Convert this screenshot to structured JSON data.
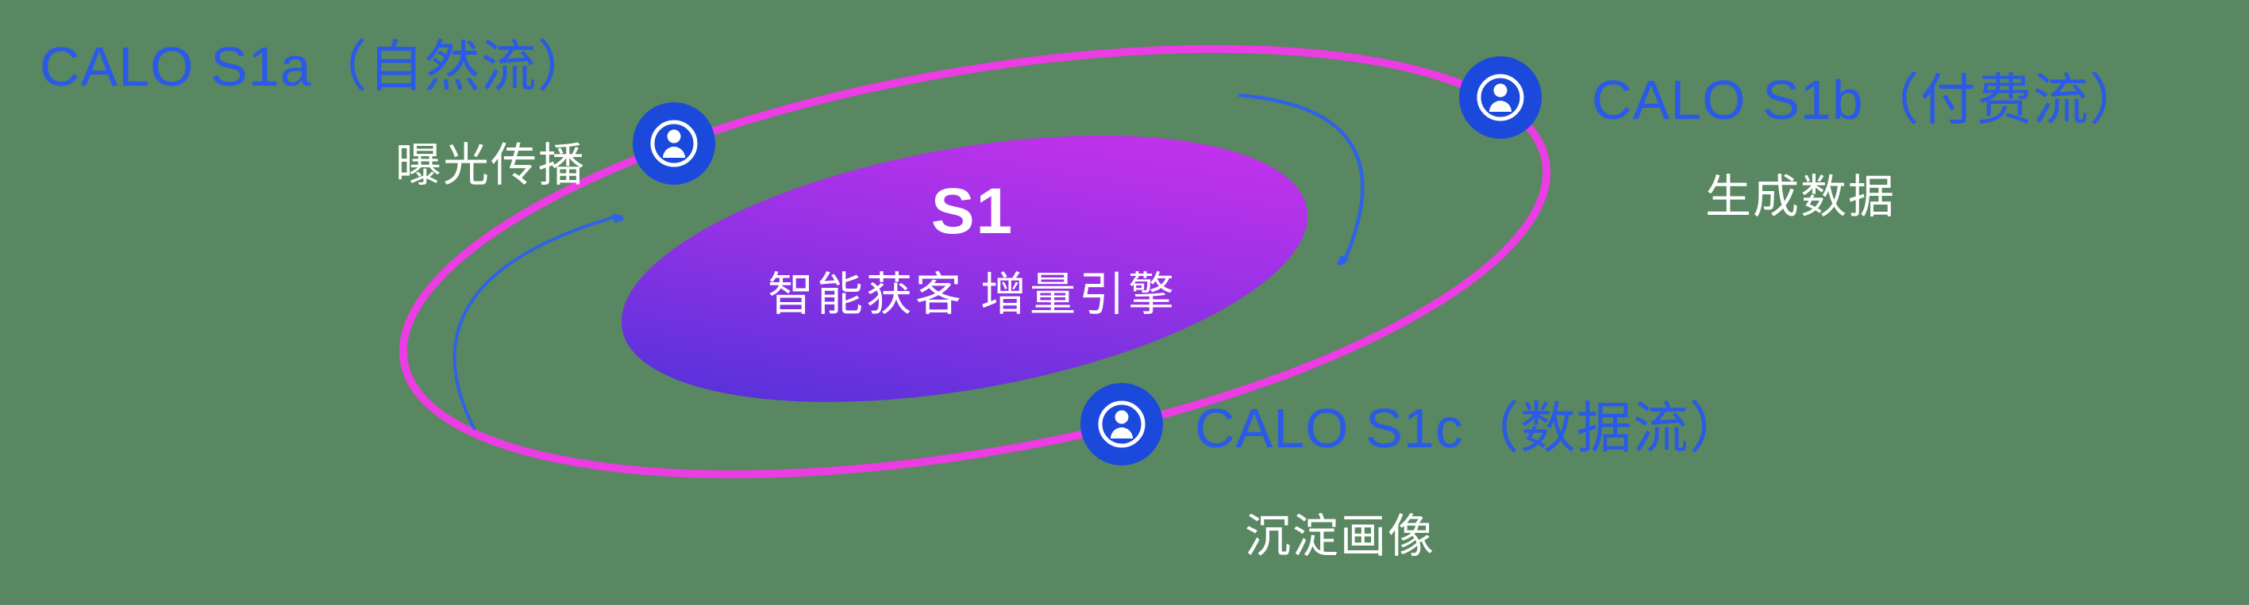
{
  "diagram": {
    "center": {
      "title": "S1",
      "subtitle": "智能获客  增量引擎"
    },
    "nodes": [
      {
        "id": "calo-s1a",
        "title": "CALO S1a（自然流）",
        "subtitle": "曝光传播",
        "icon": "user-badge-icon"
      },
      {
        "id": "calo-s1b",
        "title": "CALO S1b（付费流）",
        "subtitle": "生成数据",
        "icon": "user-badge-icon"
      },
      {
        "id": "calo-s1c",
        "title": "CALO S1c（数据流）",
        "subtitle": "沉淀画像",
        "icon": "user-badge-icon"
      }
    ],
    "colors": {
      "background_green": "#588761",
      "orbit_ring_magenta": "#ec3ce3",
      "core_gradient_start_blue": "#4431d8",
      "core_gradient_end_magenta": "#d431ee",
      "title_blue": "#2b5ae8",
      "icon_blue": "#1b49dc",
      "arrow_blue": "#2f62e8",
      "label_white": "#ffffff"
    }
  }
}
